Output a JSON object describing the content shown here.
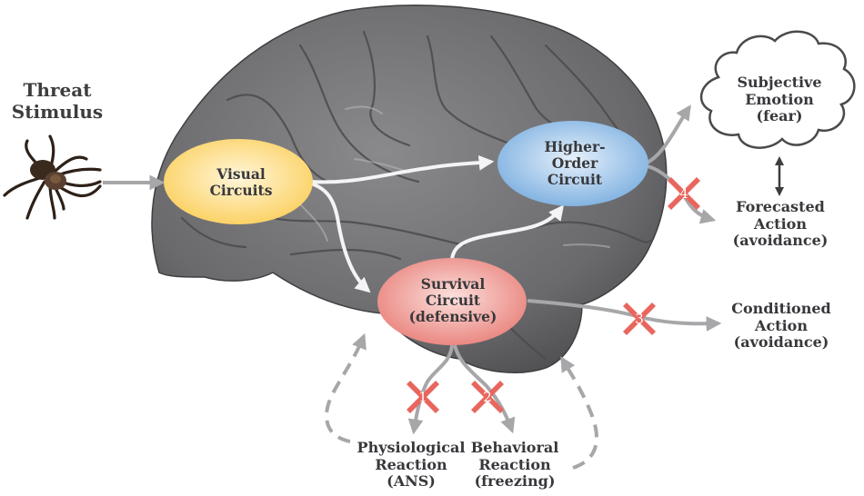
{
  "diagram": {
    "title_stimulus": [
      "Threat",
      "Stimulus"
    ],
    "stimulus_image": "tarantula-spider",
    "nodes": {
      "visual": {
        "lines": [
          "Visual",
          "Circuits"
        ],
        "color": "#fbd36b"
      },
      "higher": {
        "lines": [
          "Higher-",
          "Order",
          "Circuit"
        ],
        "color": "#8db7e3"
      },
      "survival": {
        "lines": [
          "Survival",
          "Circuit",
          "(defensive)"
        ],
        "color": "#ee8d86"
      }
    },
    "outputs": {
      "emotion": [
        "Subjective",
        "Emotion",
        "(fear)"
      ],
      "forecasted": [
        "Forecasted",
        "Action",
        "(avoidance)"
      ],
      "conditioned": [
        "Conditioned",
        "Action",
        "(avoidance)"
      ],
      "physiological": [
        "Physiological",
        "Reaction",
        "(ANS)"
      ],
      "behavioral": [
        "Behavioral",
        "Reaction",
        "(freezing)"
      ]
    },
    "blocks": [
      {
        "number": "1",
        "target": "Physiological Reaction (ANS)"
      },
      {
        "number": "2",
        "target": "Behavioral Reaction (freezing)"
      },
      {
        "number": "3",
        "target": "Conditioned Action (avoidance)"
      },
      {
        "number": "4",
        "target": "Forecasted Action (avoidance)"
      }
    ],
    "colors": {
      "brain": "#6f6f72",
      "brain_dark": "#4a4a4d",
      "arrow_gray": "#a7a7aa",
      "arrow_white": "#f4f4f6",
      "block_red": "#e8665e",
      "text": "#3d3d3f"
    }
  }
}
